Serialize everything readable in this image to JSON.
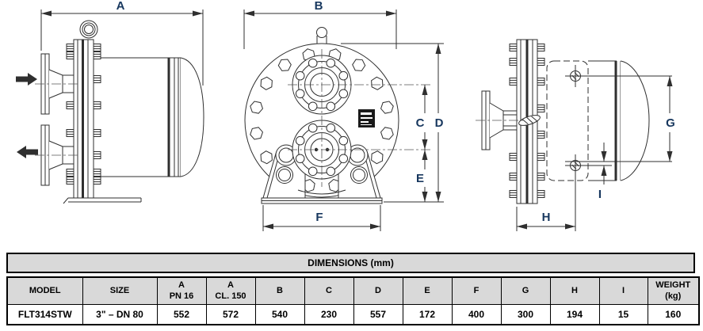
{
  "colors": {
    "line": "#2f2f2f",
    "dim_label": "#17375E",
    "table_header_bg": "#D9D9D9",
    "table_border": "#000000"
  },
  "dims": {
    "A": "A",
    "B": "B",
    "C": "C",
    "D": "D",
    "E": "E",
    "F": "F",
    "G": "G",
    "H": "H",
    "I": "I"
  },
  "icons": {
    "flow_in": "right-arrow",
    "flow_out": "left-arrow",
    "nameplate": "black-label"
  },
  "table": {
    "title": "DIMENSIONS (mm)",
    "columns": [
      {
        "l1": "MODEL"
      },
      {
        "l1": "SIZE"
      },
      {
        "l1": "A",
        "l2": "PN 16"
      },
      {
        "l1": "A",
        "l2": "CL. 150"
      },
      {
        "l1": "B"
      },
      {
        "l1": "C"
      },
      {
        "l1": "D"
      },
      {
        "l1": "E"
      },
      {
        "l1": "F"
      },
      {
        "l1": "G"
      },
      {
        "l1": "H"
      },
      {
        "l1": "I"
      },
      {
        "l1": "WEIGHT",
        "l2": "(kg)"
      }
    ],
    "row": [
      "FLT314STW",
      "3\" – DN 80",
      "552",
      "572",
      "540",
      "230",
      "557",
      "172",
      "400",
      "300",
      "194",
      "15",
      "160"
    ]
  }
}
